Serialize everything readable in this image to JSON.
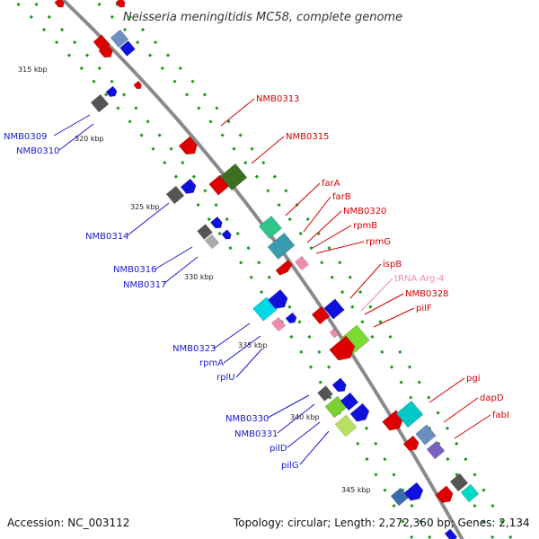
{
  "title": "Neisseria meningitidis MC58, complete genome",
  "footer": {
    "accession": "Accession: NC_003112",
    "summary": "Topology: circular; Length: 2,272,360 bp; Genes: 2,134"
  },
  "kbp_ticks": [
    "315 kbp",
    "320 kbp",
    "325 kbp",
    "330 kbp",
    "335 kbp",
    "340 kbp",
    "345 kbp"
  ],
  "colors": {
    "forward_label": "#d40000",
    "reverse_label": "#1a1acc",
    "rna_label": "#f08ab0",
    "backbone": "#888888",
    "tick": "#1f9a1f"
  },
  "labels_reverse": [
    "NMB0309",
    "NMB0310",
    "NMB0314",
    "NMB0316",
    "NMB0317",
    "NMB0323",
    "rpmA",
    "rplU",
    "NMB0330",
    "NMB0331",
    "pilD",
    "pilG"
  ],
  "labels_forward": [
    "NMB0313",
    "NMB0315",
    "farA",
    "farB",
    "NMB0320",
    "rpmB",
    "rpmG",
    "ispB",
    "tRNA-Arg-4",
    "NMB0328",
    "pilF",
    "pgi",
    "dapD",
    "fabI"
  ]
}
